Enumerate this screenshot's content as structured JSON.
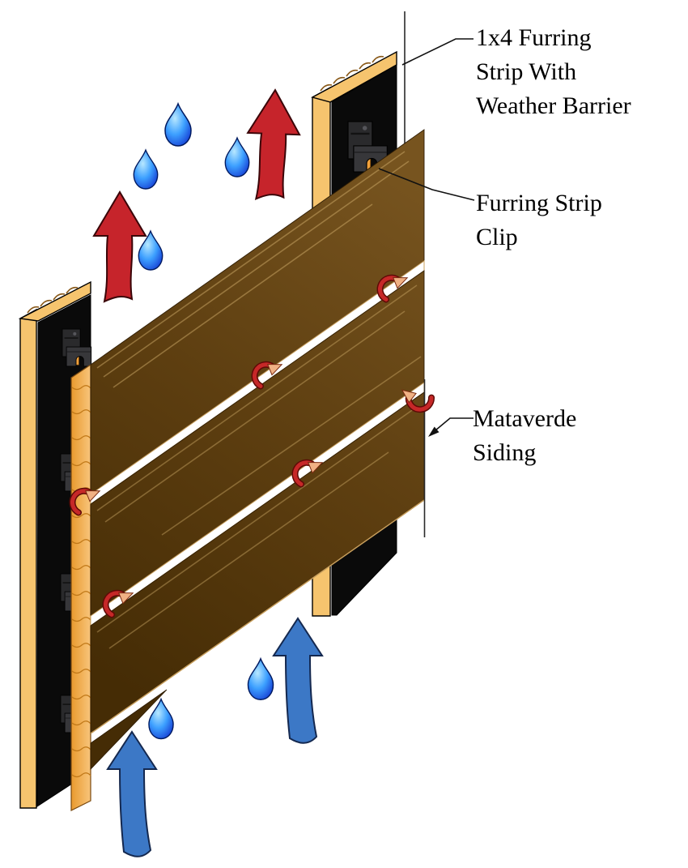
{
  "title": "Rain screen siding installation diagram",
  "labels": {
    "furring_strip": {
      "line1": "1x4 Furring",
      "line2": "Strip With",
      "line3": "Weather Barrier"
    },
    "clip": {
      "line1": "Furring Strip",
      "line2": "Clip"
    },
    "siding": {
      "line1": "Mataverde",
      "line2": "Siding"
    }
  },
  "annotations": {
    "warm_air_arrows": 2,
    "cool_air_arrows": 2,
    "water_droplets": 6,
    "ventilation_curl_arrows": 6
  },
  "colors": {
    "warm_air_red": "#c6242b",
    "cool_air_blue": "#3c78c6",
    "droplet_blue": "#2e8fff",
    "board_brown": "#5d3e11",
    "wood_tan": "#f6c46e",
    "end_grain_orange": "#f2a23c",
    "weather_barrier_black": "#0a0a0a",
    "clip_gray": "#37373a",
    "line_black": "#1a1a1a"
  }
}
